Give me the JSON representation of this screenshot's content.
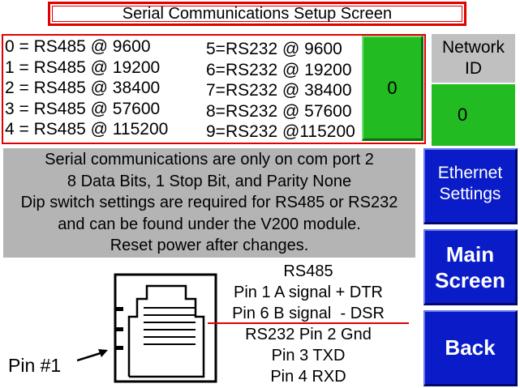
{
  "title": "Serial Communications Setup Screen",
  "baud_options_left": [
    "0 = RS485 @ 9600",
    "1 = RS485 @ 19200",
    "2 = RS485 @ 38400",
    "3 = RS485 @ 57600",
    "4 = RS485 @ 115200"
  ],
  "baud_options_right": [
    "5=RS232 @ 9600",
    "6=RS232 @ 19200",
    "7=RS232 @ 38400",
    "8=RS232 @ 57600",
    "9=RS232 @115200"
  ],
  "selected_value": "0",
  "network": {
    "label_line1": "Network",
    "label_line2": "ID",
    "value": "0"
  },
  "info_lines": [
    "Serial communications are only on com port 2",
    "8 Data Bits, 1 Stop Bit, and Parity None",
    "Dip switch settings are required for RS485 or RS232",
    "and can be found under the V200 module.",
    "Reset power after changes."
  ],
  "buttons": {
    "ethernet_line1": "Ethernet",
    "ethernet_line2": "Settings",
    "main_line1": "Main",
    "main_line2": "Screen",
    "back": "Back"
  },
  "pinout_lines": [
    "RS485",
    "Pin 1 A signal + DTR",
    "Pin 6 B signal  - DSR",
    "RS232 Pin 2 Gnd",
    "Pin 3 TXD",
    "Pin 4 RXD"
  ],
  "pin_label": "Pin #1",
  "colors": {
    "accent_red": "#e00000",
    "green": "#22bb22",
    "blue": "#0a1cc8",
    "gray": "#b4b4b4"
  }
}
